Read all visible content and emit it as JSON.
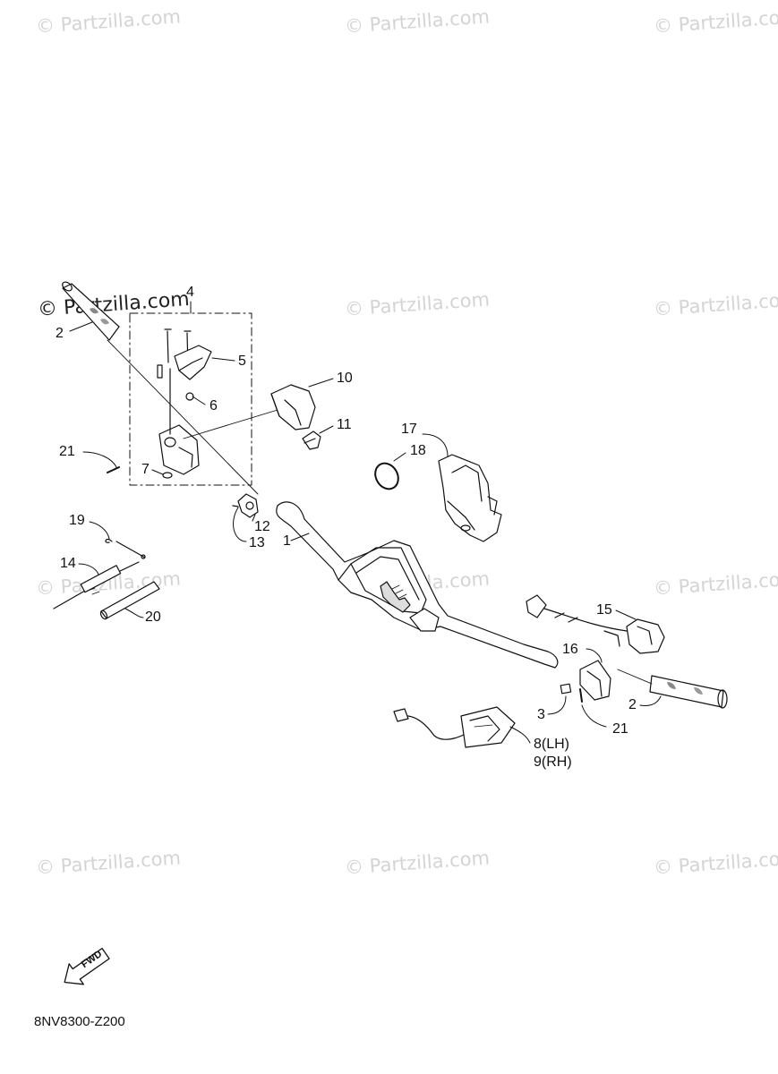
{
  "watermarks": {
    "w1": "© Partzilla.com",
    "w2": "© Partzilla.com",
    "w3": "© Partzilla.com",
    "w4": "© Partzilla.com",
    "w5": "© Partzilla.com",
    "w6": "© Partzilla.com",
    "w7": "© Partzilla.com",
    "w8": "© Partzilla.com",
    "w9": "© Partzilla.com",
    "w10": "© Partzilla.com",
    "w11": "© Partzilla.com"
  },
  "callouts": {
    "c1": "1",
    "c2a": "2",
    "c2b": "2",
    "c3": "3",
    "c4": "4",
    "c5": "5",
    "c6": "6",
    "c7": "7",
    "c8": "8(LH)",
    "c9": "9(RH)",
    "c10": "10",
    "c11": "11",
    "c12": "12",
    "c13": "13",
    "c14": "14",
    "c15": "15",
    "c16": "16",
    "c17": "17",
    "c18": "18",
    "c19": "19",
    "c20": "20",
    "c21a": "21",
    "c21b": "21"
  },
  "fwd_label": "FWD",
  "diagram_code": "8NV8300-Z200"
}
